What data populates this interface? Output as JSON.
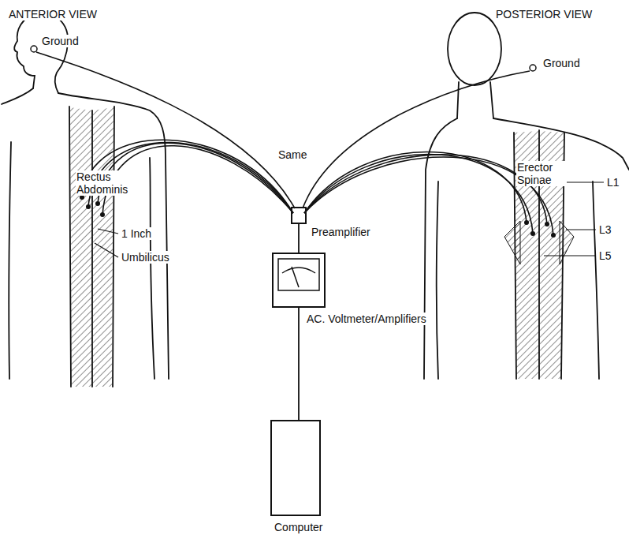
{
  "diagram": {
    "nodes": [
      {
        "text": [
          "Preamplifier"
        ]
      },
      {
        "text": [
          "AC. Voltmeter/Amplifiers"
        ]
      },
      {
        "text": [
          "Computer"
        ]
      }
    ],
    "edges": [
      {
        "from": 0,
        "to": 1,
        "arrow": "none"
      },
      {
        "from": 1,
        "to": 2,
        "arrow": "none"
      }
    ],
    "labels": [
      "ANTERIOR VIEW",
      "POSTERIOR VIEW",
      "Ground",
      "Ground",
      "Rectus Abdominis",
      "1 Inch",
      "Umbilicus",
      "Same",
      "Erector Spinae",
      "L1",
      "L3",
      "L5"
    ]
  }
}
